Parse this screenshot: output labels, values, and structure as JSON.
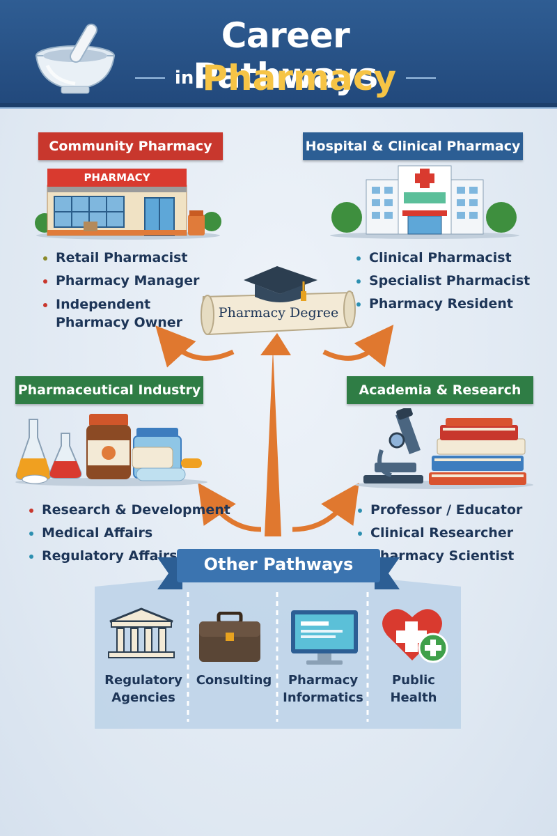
{
  "title": {
    "line1": "Career Pathways",
    "line2_prefix": "in",
    "line2_highlight": "Pharmacy"
  },
  "center": {
    "label": "Pharmacy Degree"
  },
  "categories": {
    "community": {
      "label": "Community Pharmacy",
      "sign": "PHARMACY",
      "items": [
        "Retail Pharmacist",
        "Pharmacy Manager",
        "Independent",
        "Pharmacy Owner"
      ]
    },
    "hospital": {
      "label": "Hospital & Clinical Pharmacy",
      "items": [
        "Clinical Pharmacist",
        "Specialist Pharmacist",
        "Pharmacy Resident"
      ]
    },
    "industry": {
      "label": "Pharmaceutical Industry",
      "items": [
        "Research & Development",
        "Medical Affairs",
        "Regulatory Affairs"
      ]
    },
    "academia": {
      "label": "Academia & Research",
      "items": [
        "Professor / Educator",
        "Clinical Researcher",
        "Pharmacy Scientist"
      ]
    }
  },
  "other": {
    "title": "Other Pathways",
    "items": [
      {
        "line1": "Regulatory",
        "line2": "Agencies",
        "icon": "government-building-icon"
      },
      {
        "line1": "Consulting",
        "line2": "",
        "icon": "briefcase-icon"
      },
      {
        "line1": "Pharmacy",
        "line2": "Informatics",
        "icon": "computer-monitor-icon"
      },
      {
        "line1": "Public",
        "line2": "Health",
        "icon": "heart-plus-icon"
      }
    ]
  },
  "colors": {
    "header": "#2f5d93",
    "accent_yellow": "#f6c445",
    "red": "#c8372d",
    "blue": "#2c5e94",
    "green": "#2f7d45",
    "arrow": "#e0782f"
  }
}
